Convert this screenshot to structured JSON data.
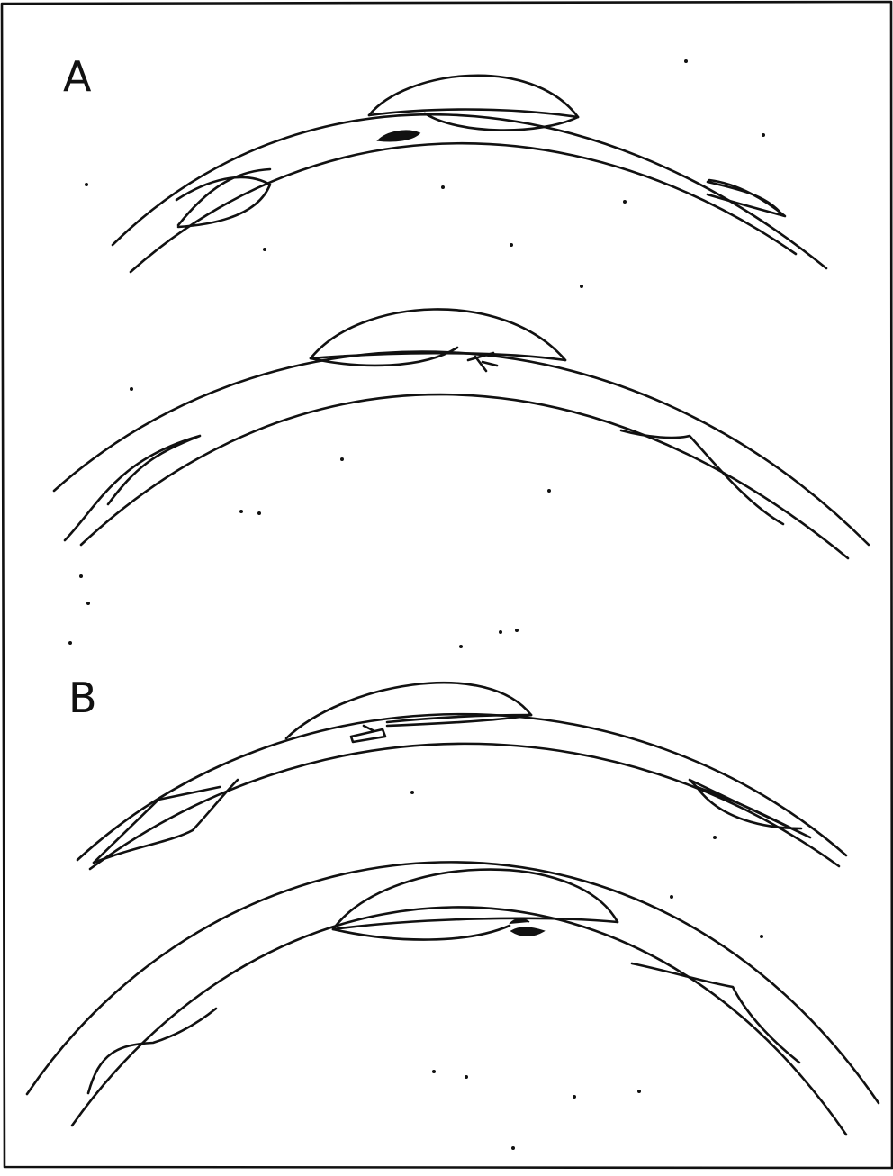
{
  "figure": {
    "panels": [
      {
        "label": "A",
        "sketches": 2
      },
      {
        "label": "B",
        "sketches": 2
      }
    ],
    "colors": {
      "ink": "#111111",
      "paper": "#ffffff"
    }
  }
}
